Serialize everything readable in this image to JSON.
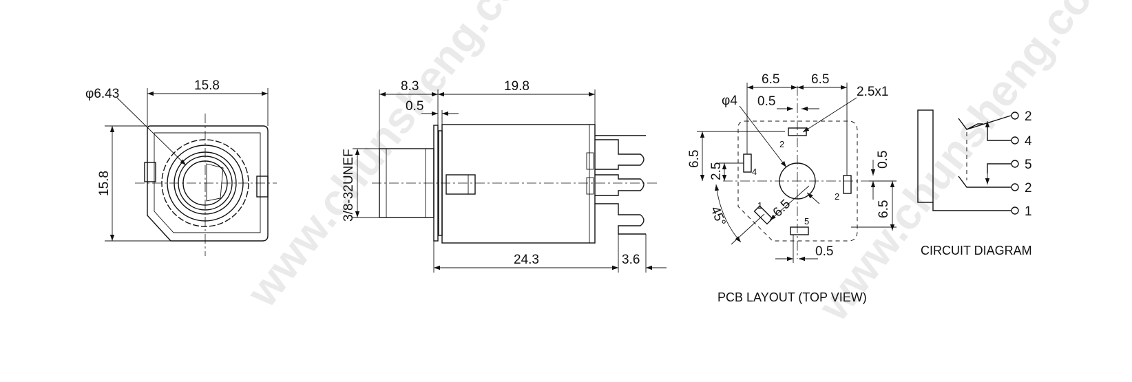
{
  "watermark": "www.chunsheng.com",
  "front_view": {
    "diameter_label": "φ6.43",
    "width_label": "15.8",
    "height_label": "15.8"
  },
  "side_view": {
    "dim_flange": "8.3",
    "dim_thickness": "0.5",
    "dim_body": "19.8",
    "thread_label": "3/8-32UNEF",
    "dim_overall": "24.3",
    "dim_pins": "3.6"
  },
  "pcb_layout": {
    "caption": "PCB LAYOUT (TOP VIEW)",
    "dim_left_65": "6.5",
    "dim_right_65": "6.5",
    "dim_top_05": "0.5",
    "hole_label": "φ4",
    "slot_label": "2.5x1",
    "dim_vert_65": "6.5",
    "dim_vert_25": "2.5",
    "dim_right_05": "0.5",
    "dim_right_65b": "6.5",
    "dim_diag_65": "6.5",
    "angle_label": "45°",
    "dim_bottom_05": "0.5",
    "pad_2_top": "2",
    "pad_4": "4",
    "pad_1": "1",
    "pad_5": "5",
    "pad_2_right": "2"
  },
  "circuit": {
    "caption": "CIRCUIT DIAGRAM",
    "pins": [
      "2",
      "4",
      "5",
      "2",
      "1"
    ]
  }
}
